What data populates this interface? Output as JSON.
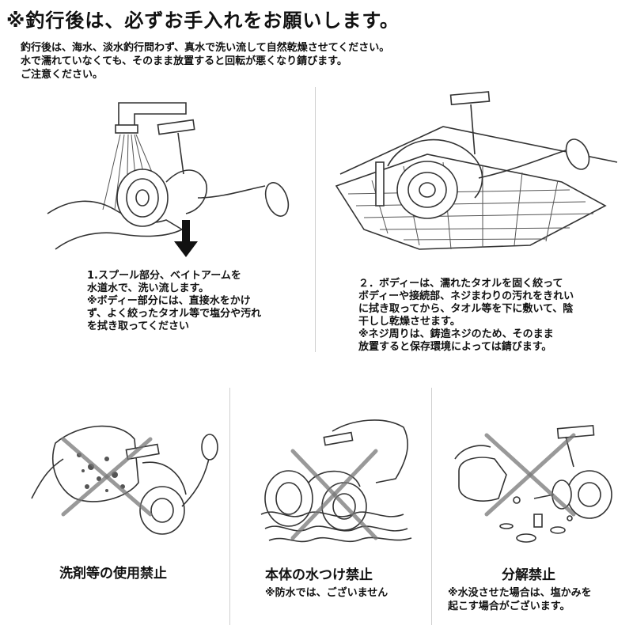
{
  "header": {
    "title": "※釣行後は、必ずお手入れをお願いします。",
    "intro_lines": [
      "釣行後は、海水、淡水釣行問わず、真水で洗い流して自然乾燥させてください。",
      "水で濡れていなくても、そのまま放置すると回転が悪くなり錆びます。",
      "ご注意ください。"
    ]
  },
  "steps": [
    {
      "icon": "reel-rinse-under-faucet",
      "lines": [
        "1.スプール部分、ベイトアームを",
        "水道水で、洗い流します。",
        "※ボディー部分には、直接水をかけ",
        "ず、よく絞ったタオル等で塩分や汚れ",
        "を拭き取ってください"
      ]
    },
    {
      "icon": "reel-on-towel",
      "lines": [
        "２．ボディーは、濡れたタオルを固く絞って",
        "ボディーや接続部、ネジまわりの汚れをきれい",
        "に拭き取ってから、タオル等を下に敷いて、陰",
        "干しし乾燥させます。",
        "※ネジ周りは、鋳造ネジのため、そのまま",
        "放置すると保存環境によっては錆びます。"
      ]
    }
  ],
  "prohibitions": [
    {
      "icon": "detergent-prohibited",
      "label": "洗剤等の使用禁止",
      "notes": []
    },
    {
      "icon": "submerge-prohibited",
      "label": "本体の水つけ禁止",
      "notes": [
        "※防水では、ございません"
      ]
    },
    {
      "icon": "disassembly-prohibited",
      "label": "分解禁止",
      "notes": [
        "※水没させた場合は、塩かみを",
        "起こす場合がございます。"
      ]
    }
  ]
}
